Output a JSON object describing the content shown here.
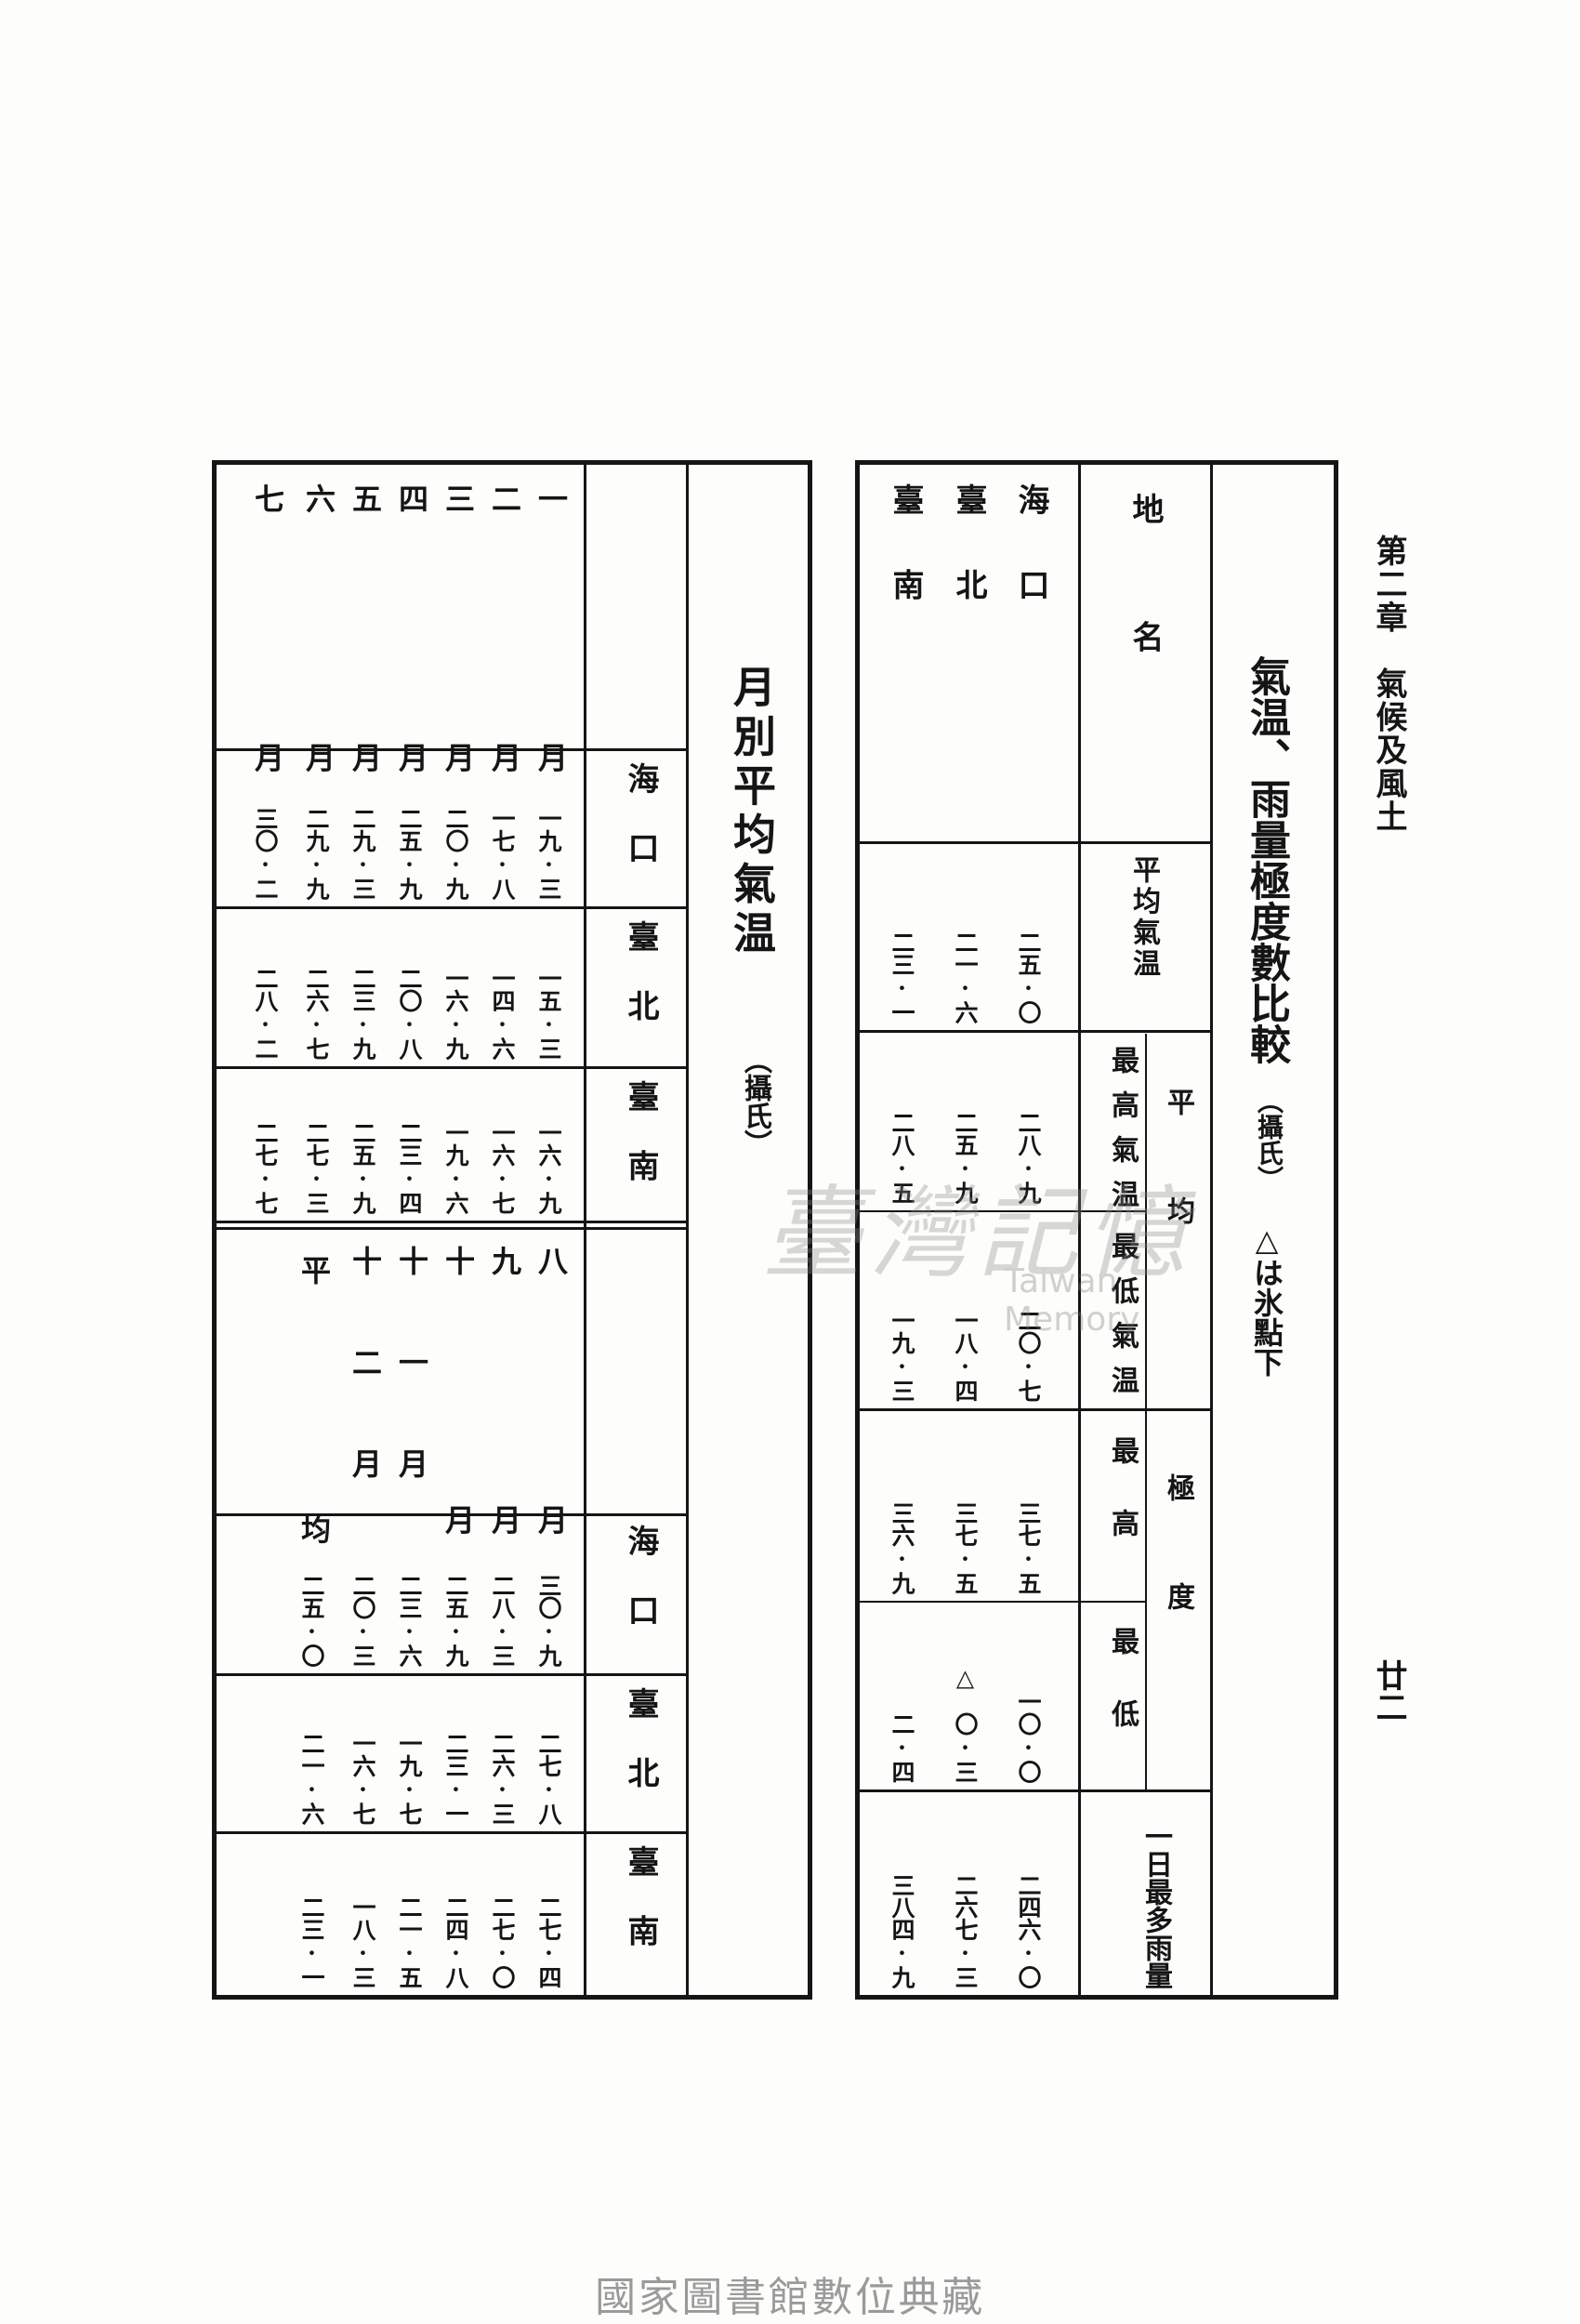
{
  "header": {
    "chapter": "第二章　氣候及風土",
    "page_number": "廿二"
  },
  "table_extreme": {
    "title": "氣温、雨量極度數比較",
    "unit": "（攝氏）",
    "note": "△は氷點下",
    "headers": {
      "place": "地　　名",
      "mean_temp": "平均氣温",
      "mean": "平　　均",
      "mean_max": "最高氣温",
      "mean_min": "最低氣温",
      "extreme": "極　　度",
      "max": "最高",
      "min": "最低",
      "rain": "一日最多雨量"
    },
    "rows": [
      {
        "place": "海　口",
        "mean_temp": "二五·〇",
        "mean_max": "二八·九",
        "mean_min": "二〇·七",
        "max": "三七·五",
        "min": "一〇·〇",
        "rain": "二四六·〇"
      },
      {
        "place": "臺　北",
        "mean_temp": "二一·六",
        "mean_max": "二五·九",
        "mean_min": "一八·四",
        "max": "三七·五",
        "min": "△　〇·三",
        "rain": "二六七·三"
      },
      {
        "place": "臺　南",
        "mean_temp": "二三·一",
        "mean_max": "二八·五",
        "mean_min": "一九·三",
        "max": "三六·九",
        "min": "二·四",
        "rain": "三八四·九"
      }
    ]
  },
  "table_monthly": {
    "title": "月別平均氣温",
    "unit": "（攝氏）",
    "columns": [
      "海口",
      "臺北",
      "臺南"
    ],
    "months_a": [
      "一　　月",
      "二　　月",
      "三　　月",
      "四　　月",
      "五　　月",
      "六　　月",
      "七　　月"
    ],
    "values_a": [
      [
        "一九·三",
        "一五·三",
        "一六·九"
      ],
      [
        "一七·八",
        "一四·六",
        "一六·七"
      ],
      [
        "二〇·九",
        "一六·九",
        "一九·六"
      ],
      [
        "二五·九",
        "二〇·八",
        "二三·四"
      ],
      [
        "二九·三",
        "二三·九",
        "二五·九"
      ],
      [
        "二九·九",
        "二六·七",
        "二七·三"
      ],
      [
        "三〇·二",
        "二八·二",
        "二七·七"
      ]
    ],
    "months_b": [
      "八　　月",
      "九　　月",
      "十　　月",
      "十一月",
      "十二月",
      "平　　均"
    ],
    "values_b": [
      [
        "三〇·九",
        "二七·八",
        "二七·四"
      ],
      [
        "二八·三",
        "二六·三",
        "二七·〇"
      ],
      [
        "二五·九",
        "二三·一",
        "二四·八"
      ],
      [
        "二三·六",
        "一九·七",
        "二一·五"
      ],
      [
        "二〇·三",
        "一六·七",
        "一八·三"
      ],
      [
        "二五·〇",
        "二一·六",
        "二三·一"
      ]
    ]
  },
  "watermark": {
    "chinese": "臺灣記憶",
    "english": "Taiwan Memory"
  },
  "footer": {
    "library": "國家圖書館數位典藏"
  }
}
